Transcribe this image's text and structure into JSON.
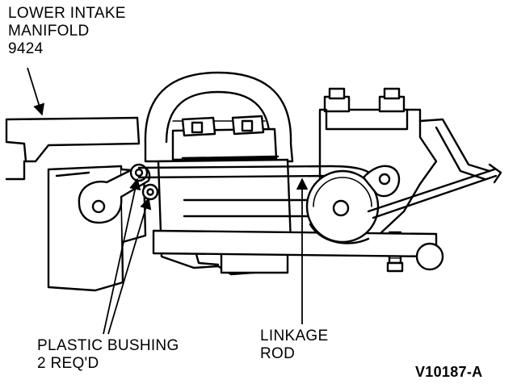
{
  "labels": {
    "manifold": {
      "line1": "LOWER INTAKE",
      "line2": "MANIFOLD",
      "line3": "9424"
    },
    "bushing": {
      "line1": "PLASTIC BUSHING",
      "line2": "2 REQ'D"
    },
    "rod": {
      "line1": "LINKAGE",
      "line2": "ROD"
    },
    "figure_ref": "V10187-A"
  },
  "colors": {
    "ink": "#000000",
    "paper": "#ffffff"
  }
}
